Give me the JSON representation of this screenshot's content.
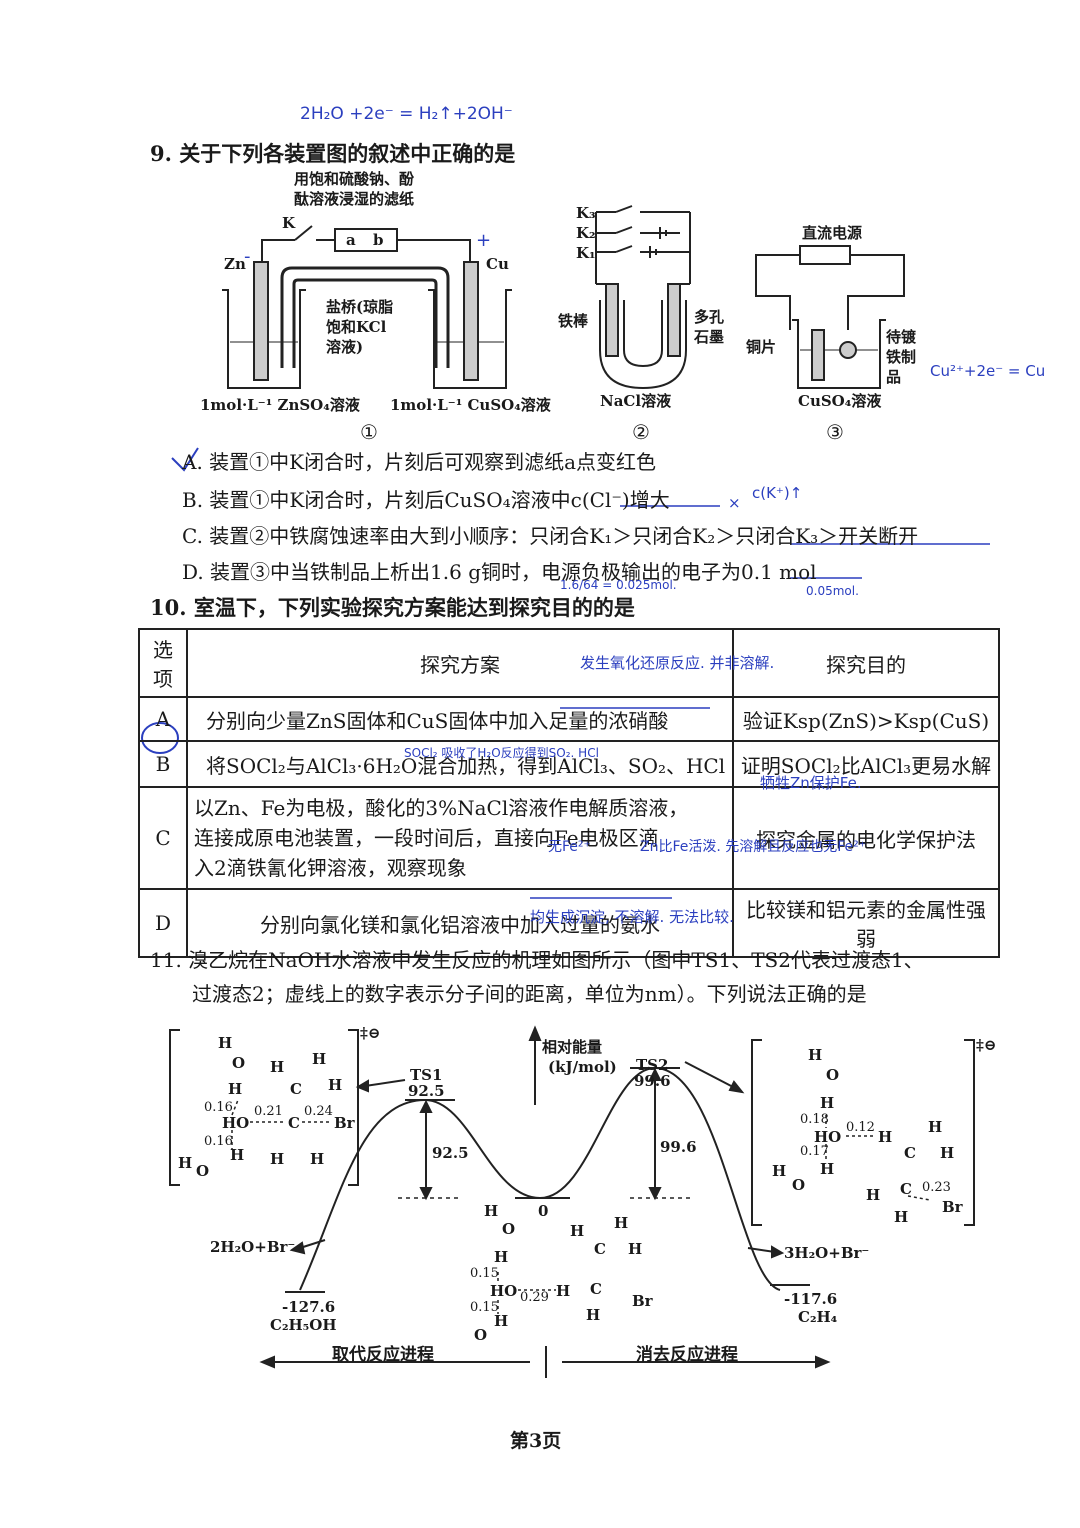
{
  "annotations": {
    "top_equation": "2H₂O +2e⁻ = H₂↑+2OH⁻",
    "cu_equation": "Cu²⁺+2e⁻ = Cu",
    "plus_sign": "+",
    "minus_sign": "-",
    "b_note": "c(K⁺)↑",
    "b_cross": "×",
    "d_calc": "1.6/64 = 0.025mol.",
    "d_correct": "0.05mol.",
    "t10_header_note": "发生氧化还原反应. 并非溶解.",
    "t10_b_note": "SOCl₂ 吸收了H₂O反应得到SO₂. HCl",
    "t10_c_note1": "牺牲Zn保护Fe.",
    "t10_c_note2": "无Fe²⁺",
    "t10_c_note3": "Zn比Fe活泼. 先溶解且反应也无Fe²⁺",
    "t10_d_note": "均生成沉淀, 不溶解. 无法比较."
  },
  "q9": {
    "stem": "9. 关于下列各装置图的叙述中正确的是",
    "fig1": {
      "filter_label_1": "用饱和硫酸钠、酚",
      "filter_label_2": "酞溶液浸湿的滤纸",
      "k": "K",
      "a": "a",
      "b": "b",
      "zn": "Zn",
      "cu": "Cu",
      "bridge_1": "盐桥(琼脂",
      "bridge_2": "饱和KCl",
      "bridge_3": "溶液)",
      "left_sol": "1mol·L⁻¹ ZnSO₄溶液",
      "right_sol": "1mol·L⁻¹ CuSO₄溶液",
      "num": "①"
    },
    "fig2": {
      "k3": "K₃",
      "k2": "K₂",
      "k1": "K₁",
      "iron": "铁棒",
      "graphite_1": "多孔",
      "graphite_2": "石墨",
      "sol": "NaCl溶液",
      "num": "②"
    },
    "fig3": {
      "power": "直流电源",
      "copper": "铜片",
      "item_1": "待镀",
      "item_2": "铁制",
      "item_3": "品",
      "sol": "CuSO₄溶液",
      "num": "③"
    },
    "options": {
      "A": "A. 装置①中K闭合时，片刻后可观察到滤纸a点变红色",
      "B": "B. 装置①中K闭合时，片刻后CuSO₄溶液中c(Cl⁻)增大",
      "C": "C. 装置②中铁腐蚀速率由大到小顺序：只闭合K₁＞只闭合K₂＞只闭合K₃＞开关断开",
      "D": "D. 装置③中当铁制品上析出1.6 g铜时，电源负极输出的电子为0.1 mol"
    }
  },
  "q10": {
    "stem": "10. 室温下，下列实验探究方案能达到探究目的的是",
    "headers": [
      "选项",
      "探究方案",
      "探究目的"
    ],
    "rows": [
      {
        "opt": "A",
        "plan": "分别向少量ZnS固体和CuS固体中加入足量的浓硝酸",
        "goal": "验证Ksp(ZnS)>Ksp(CuS)"
      },
      {
        "opt": "B",
        "plan": "将SOCl₂与AlCl₃·6H₂O混合加热，得到AlCl₃、SO₂、HCl",
        "goal": "证明SOCl₂比AlCl₃更易水解"
      },
      {
        "opt": "C",
        "plan_1": "以Zn、Fe为电极，酸化的3%NaCl溶液作电解质溶液，",
        "plan_2": "连接成原电池装置，一段时间后，直接向Fe电极区滴",
        "plan_3": "入2滴铁氰化钾溶液，观察现象",
        "goal": "探究金属的电化学保护法"
      },
      {
        "opt": "D",
        "plan": "分别向氯化镁和氯化铝溶液中加入过量的氨水",
        "goal": "比较镁和铝元素的金属性强弱"
      }
    ]
  },
  "q11": {
    "stem_1": "11. 溴乙烷在NaOH水溶液中发生反应的机理如图所示（图中TS1、TS2代表过渡态1、",
    "stem_2": "过渡态2；虚线上的数字表示分子间的距离，单位为nm）。下列说法正确的是",
    "energy_axis_1": "相对能量",
    "energy_axis_2": "(kJ/mol)",
    "ts1": "TS1",
    "ts1_val": "92.5",
    "ts1_gap": "92.5",
    "ts2": "TS2",
    "ts2_val": "99.6",
    "ts2_gap": "99.6",
    "zero": "0",
    "left_prod": "2H₂O+Br⁻",
    "left_val": "-127.6",
    "left_name": "C₂H₅OH",
    "right_prod": "3H₂O+Br⁻",
    "right_val": "-117.6",
    "right_name": "C₂H₄",
    "left_progress": "取代反应进程",
    "right_progress": "消去反应进程",
    "ts_charge": "‡⊖",
    "dist": {
      "l1": "0.16",
      "l2": "0.21",
      "l3": "0.24",
      "l4": "0.16",
      "m1": "0.15",
      "m2": "0.29",
      "m3": "0.15",
      "r1": "0.18",
      "r2": "0.12",
      "r3": "0.17",
      "r4": "0.23"
    },
    "atoms": {
      "H": "H",
      "O": "O",
      "C": "C",
      "Br": "Br",
      "HO": "HO"
    }
  },
  "footer": "第3页"
}
